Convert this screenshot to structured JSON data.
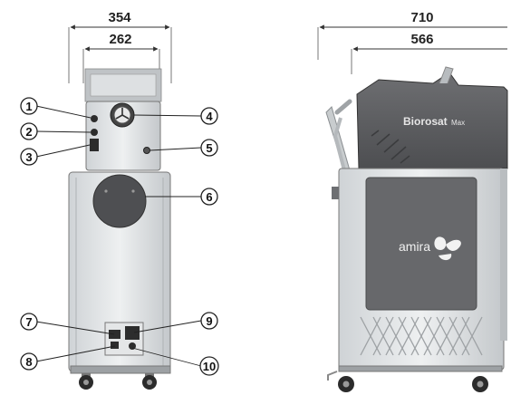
{
  "dimensions": {
    "front_outer_width": "354",
    "front_inner_width": "262",
    "side_outer_width": "710",
    "side_inner_width": "566"
  },
  "callouts": [
    {
      "label": "1"
    },
    {
      "label": "2"
    },
    {
      "label": "3"
    },
    {
      "label": "4"
    },
    {
      "label": "5"
    },
    {
      "label": "6"
    },
    {
      "label": "7"
    },
    {
      "label": "8"
    },
    {
      "label": "9"
    },
    {
      "label": "10"
    }
  ],
  "branding": {
    "device_name": "Biorosat",
    "device_suffix": "Max",
    "logo_text": "amira"
  }
}
